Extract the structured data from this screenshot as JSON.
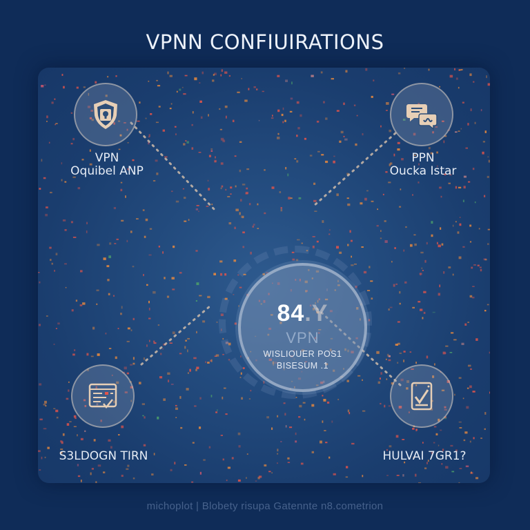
{
  "header": {
    "title": "VPNN CONFIUIRATIONS"
  },
  "hub": {
    "value_main": "84",
    "value_dim": ".Y",
    "subtitle": "VPN",
    "line1": "WISLIOUER POS1",
    "line2": "BISESUM .1"
  },
  "nodes": [
    {
      "id": "top-left",
      "icon": "shield-lock-icon",
      "label_line1": "VPN",
      "label_line2": "Oquibel ANP"
    },
    {
      "id": "top-right",
      "icon": "chat-bubbles-icon",
      "label_line1": "PPN",
      "label_line2": "Oucka Istar"
    },
    {
      "id": "bottom-left",
      "icon": "checklist-icon",
      "label_line1": "S3LDOGN TIRN",
      "label_line2": ""
    },
    {
      "id": "bottom-right",
      "icon": "checkbox-document-icon",
      "label_line1": "HULVAI 7GR1?",
      "label_line2": ""
    }
  ],
  "footer": {
    "text": "michoplot | Blobety risupa Gatennte n8.cometrion"
  },
  "colors": {
    "background": "#0f2c58",
    "panel": "#1f4577",
    "node_icon": "#e7cfb6",
    "particle_red": "#e4544a",
    "particle_orange": "#e8893e",
    "particle_green": "#4fa46a",
    "connector": "#e6cbb0"
  }
}
